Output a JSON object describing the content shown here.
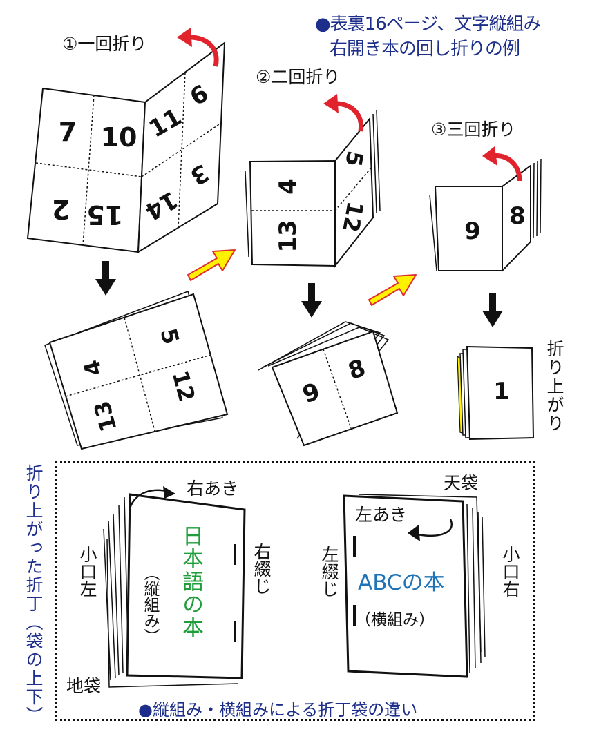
{
  "title": {
    "line1": "●表裏16ページ、文字縦組み",
    "line2": "右開き本の回し折りの例",
    "color": "#1d2f8a"
  },
  "steps": {
    "fold1": "①一回折り",
    "fold2": "②二回折り",
    "fold3": "③三回折り",
    "finished": "折り上がり"
  },
  "pages": {
    "p7": "7",
    "p10": "10",
    "p2": "2",
    "p15": "15",
    "p11": "11",
    "p6": "6",
    "p14": "14",
    "p3": "3",
    "p4": "4",
    "p13": "13",
    "p5": "5",
    "p12": "12",
    "p9": "9",
    "p8": "8",
    "p1": "1"
  },
  "bottom": {
    "side_caption": "折り上がった折丁（袋の上下）",
    "caption": "●縦組み・横組みによる折丁袋の違い",
    "left_book": {
      "open_label": "右あき",
      "koguchi": "小口左",
      "binding": "右綴じ",
      "bottom_pocket": "地袋",
      "title": "日本語の本",
      "subtitle": "（縦組み）",
      "title_color": "#1e9e3a"
    },
    "right_book": {
      "top_pocket": "天袋",
      "open_label": "左あき",
      "binding": "左綴じ",
      "koguchi": "小口右",
      "title": "ABCの本",
      "subtitle": "（横組み）",
      "title_color": "#1f74b8"
    }
  },
  "colors": {
    "fold_arrow": "#e0232c",
    "down_arrow": "#111111",
    "diag_arrow_fill": "#fff200",
    "diag_arrow_stroke": "#e02d2d",
    "frame": "#111111"
  }
}
